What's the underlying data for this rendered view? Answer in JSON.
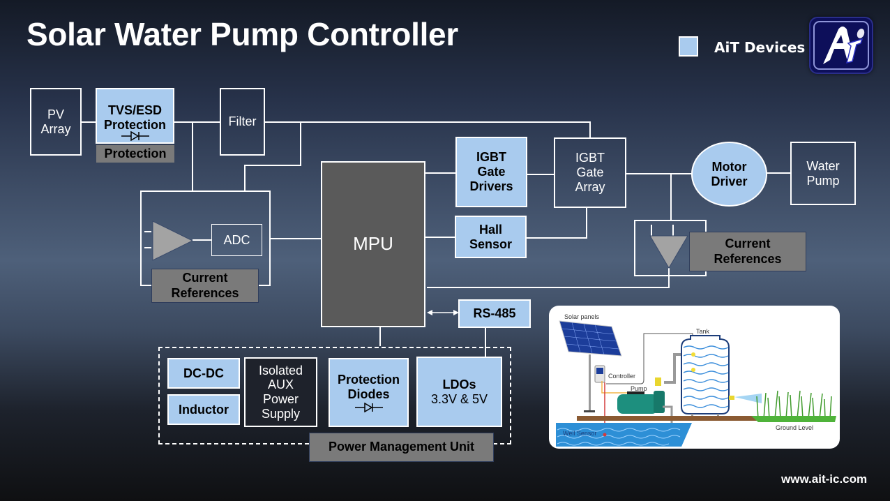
{
  "title": "Solar Water Pump Controller",
  "legend": {
    "label": "AiT Devices",
    "swatch_color": "#a9cbee",
    "icon": "square-swatch-icon"
  },
  "logo": {
    "icon": "ait-logo-icon",
    "text": "Ai"
  },
  "blocks": {
    "pv_array": "PV\nArray",
    "tvs_esd": "TVS/ESD\nProtection",
    "tvs_label": "Protection",
    "filter": "Filter",
    "adc": "ADC",
    "current_ref_left": "Current\nReferences",
    "mpu": "MPU",
    "igbt_drivers": "IGBT\nGate\nDrivers",
    "igbt_array": "IGBT\nGate\nArray",
    "hall_sensor": "Hall\nSensor",
    "motor_driver": "Motor\nDriver",
    "water_pump": "Water\nPump",
    "current_ref_right": "Current\nReferences",
    "rs485": "RS-485",
    "dcdc": "DC-DC",
    "inductor": "Inductor",
    "isolated_aux": "Isolated\nAUX\nPower\nSupply",
    "protection_diodes": "Protection\nDiodes",
    "ldos": "LDOs",
    "ldos_sub": "3.3V & 5V",
    "pmu_label": "Power Management Unit"
  },
  "illustration": {
    "labels": {
      "solar_panels": "Solar panels",
      "controller": "Controller",
      "pump": "Pump",
      "tank": "Tank",
      "well_sensor": "Well Sensor",
      "ground_level": "Ground Level"
    }
  },
  "footer": {
    "url": "www.ait-ic.com"
  }
}
